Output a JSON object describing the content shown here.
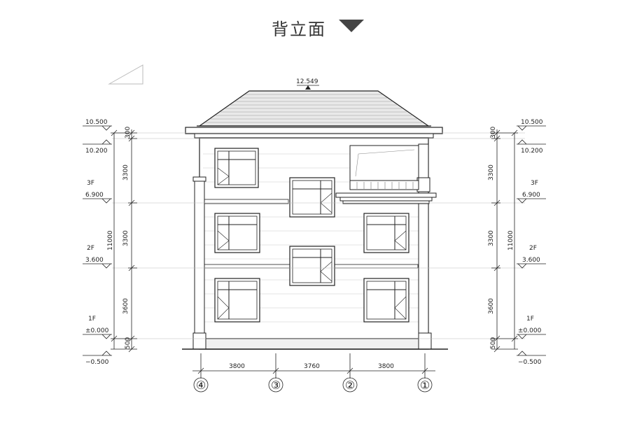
{
  "title": "背立面",
  "ridge_elevation": "12.549",
  "levels": {
    "eave_top": "10.500",
    "eave_bottom": "10.200",
    "floor3_name": "3F",
    "floor3_elev": "6.900",
    "floor2_name": "2F",
    "floor2_elev": "3.600",
    "floor1_name": "1F",
    "floor1_elev": "±0.000",
    "ground": "−0.500"
  },
  "vertical_dims": {
    "parapet": "300",
    "floor3": "3300",
    "floor2": "3300",
    "floor1": "3600",
    "plinth": "500",
    "total": "11000"
  },
  "horizontal_dims": [
    "3800",
    "3760",
    "3800"
  ],
  "axes": [
    "④",
    "③",
    "②",
    "①"
  ],
  "colors": {
    "line": "#222222",
    "light_line": "#9a9a9a",
    "title": "#333333"
  }
}
